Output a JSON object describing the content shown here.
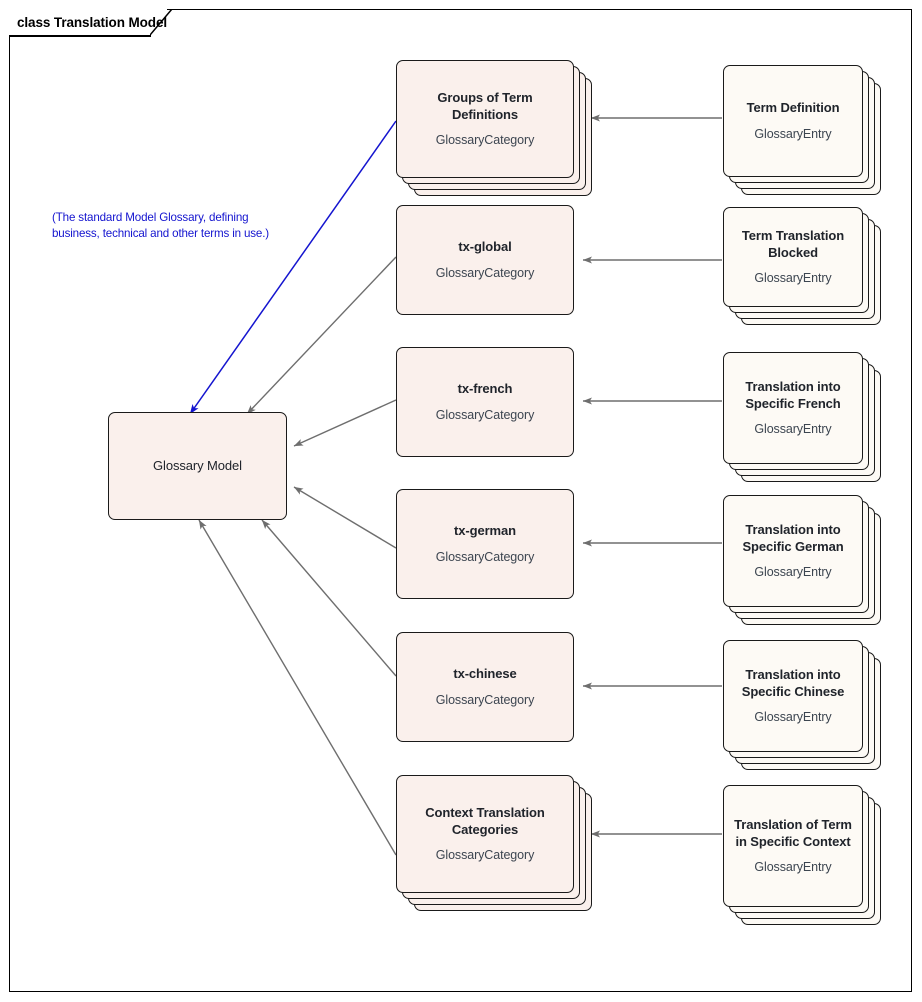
{
  "diagram": {
    "title": "class Translation Model",
    "kind": "uml-class-diagram",
    "frame_border_color": "#000000",
    "background": "#ffffff"
  },
  "note": {
    "id": "glossary-model-note",
    "text": "(The standard Model Glossary, defining business, technical and other terms in use.)",
    "color": "#1414cf",
    "target": "Glossary Model"
  },
  "colors": {
    "category_fill": "#faf0ec",
    "entry_fill": "#fdfaf5",
    "node_border": "#1a1a1a",
    "connector_gray": "#6e6e6e",
    "connector_blue": "#1414cf",
    "name_text": "#20242b",
    "stereotype_text": "#3c4550"
  },
  "nodes": {
    "root": {
      "id": "glossary-model",
      "name": "Glossary Model",
      "stereotype": "",
      "stacked": false,
      "fill": "#faf0ec"
    },
    "categories": [
      {
        "id": "groups-of-term-definitions",
        "name": "Groups of Term Definitions",
        "stereotype": "GlossaryCategory",
        "stacked": true,
        "stack_layers": 3,
        "fill": "#faf0ec"
      },
      {
        "id": "tx-global",
        "name": "tx-global",
        "stereotype": "GlossaryCategory",
        "stacked": false,
        "stack_layers": 0,
        "fill": "#faf0ec"
      },
      {
        "id": "tx-french",
        "name": "tx-french",
        "stereotype": "GlossaryCategory",
        "stacked": false,
        "stack_layers": 0,
        "fill": "#faf0ec"
      },
      {
        "id": "tx-german",
        "name": "tx-german",
        "stereotype": "GlossaryCategory",
        "stacked": false,
        "stack_layers": 0,
        "fill": "#faf0ec"
      },
      {
        "id": "tx-chinese",
        "name": "tx-chinese",
        "stereotype": "GlossaryCategory",
        "stacked": false,
        "stack_layers": 0,
        "fill": "#faf0ec"
      },
      {
        "id": "context-translation-categories",
        "name": "Context Translation Categories",
        "stereotype": "GlossaryCategory",
        "stacked": true,
        "stack_layers": 3,
        "fill": "#faf0ec"
      }
    ],
    "entries": [
      {
        "id": "term-definition",
        "name": "Term Definition",
        "stereotype": "GlossaryEntry",
        "stacked": true,
        "stack_layers": 3,
        "fill": "#fdfaf5"
      },
      {
        "id": "term-translation-blocked",
        "name": "Term Translation Blocked",
        "stereotype": "GlossaryEntry",
        "stacked": true,
        "stack_layers": 3,
        "fill": "#fdfaf5"
      },
      {
        "id": "translation-into-specific-french",
        "name": "Translation into Specific French",
        "stereotype": "GlossaryEntry",
        "stacked": true,
        "stack_layers": 3,
        "fill": "#fdfaf5"
      },
      {
        "id": "translation-into-specific-german",
        "name": "Translation into Specific German",
        "stereotype": "GlossaryEntry",
        "stacked": true,
        "stack_layers": 3,
        "fill": "#fdfaf5"
      },
      {
        "id": "translation-into-specific-chinese",
        "name": "Translation into Specific Chinese",
        "stereotype": "GlossaryEntry",
        "stacked": true,
        "stack_layers": 3,
        "fill": "#fdfaf5"
      },
      {
        "id": "translation-of-term-in-specific-context",
        "name": "Translation of Term in Specific Context",
        "stereotype": "GlossaryEntry",
        "stacked": true,
        "stack_layers": 3,
        "fill": "#fdfaf5"
      }
    ]
  },
  "connectors": [
    {
      "from": "groups-of-term-definitions",
      "to": "glossary-model",
      "color": "#1414cf",
      "arrow": "open"
    },
    {
      "from": "tx-global",
      "to": "glossary-model",
      "color": "#6e6e6e",
      "arrow": "open"
    },
    {
      "from": "tx-french",
      "to": "glossary-model",
      "color": "#6e6e6e",
      "arrow": "open"
    },
    {
      "from": "tx-german",
      "to": "glossary-model",
      "color": "#6e6e6e",
      "arrow": "open"
    },
    {
      "from": "tx-chinese",
      "to": "glossary-model",
      "color": "#6e6e6e",
      "arrow": "open"
    },
    {
      "from": "context-translation-categories",
      "to": "glossary-model",
      "color": "#6e6e6e",
      "arrow": "open"
    },
    {
      "from": "term-definition",
      "to": "groups-of-term-definitions",
      "color": "#6e6e6e",
      "arrow": "open"
    },
    {
      "from": "term-translation-blocked",
      "to": "tx-global",
      "color": "#6e6e6e",
      "arrow": "open"
    },
    {
      "from": "translation-into-specific-french",
      "to": "tx-french",
      "color": "#6e6e6e",
      "arrow": "open"
    },
    {
      "from": "translation-into-specific-german",
      "to": "tx-german",
      "color": "#6e6e6e",
      "arrow": "open"
    },
    {
      "from": "translation-into-specific-chinese",
      "to": "tx-chinese",
      "color": "#6e6e6e",
      "arrow": "open"
    },
    {
      "from": "translation-of-term-in-specific-context",
      "to": "context-translation-categories",
      "color": "#6e6e6e",
      "arrow": "open"
    }
  ]
}
